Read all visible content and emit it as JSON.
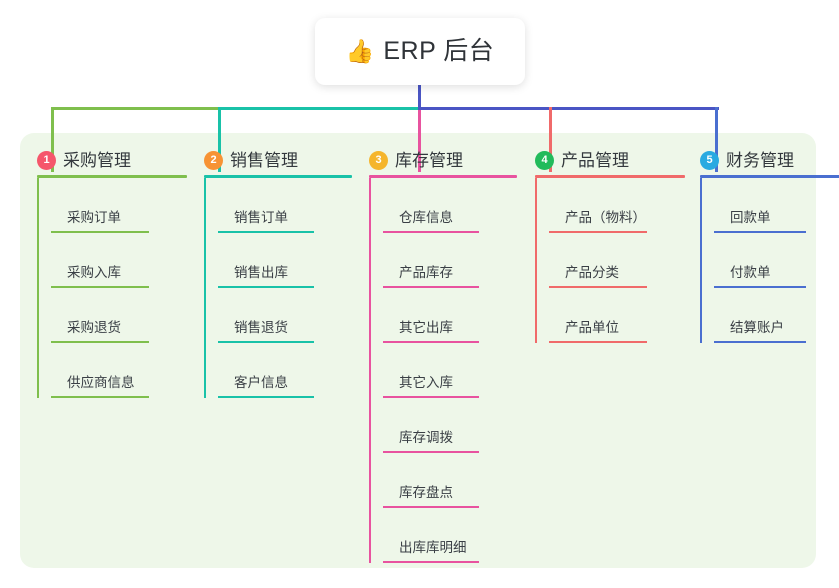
{
  "root": {
    "emoji": "👍",
    "emoji_name": "thumbs-up-icon",
    "label": "ERP 后台"
  },
  "panel": {
    "background_color": "#eef7e9"
  },
  "connectors": {
    "root_stem_color": "#4a55c4",
    "segments": [
      {
        "name": "purchase-segment",
        "color": "#7fbf4d"
      },
      {
        "name": "sales-segment",
        "color": "#19c2a8"
      },
      {
        "name": "inventory-segment",
        "color": "#e8539f"
      },
      {
        "name": "product-segment",
        "color": "#4a55c4"
      },
      {
        "name": "finance-segment",
        "color": "#4a55c4"
      }
    ],
    "drops": [
      {
        "name": "purchase-drop",
        "color": "#7fbf4d"
      },
      {
        "name": "sales-drop",
        "color": "#19c2a8"
      },
      {
        "name": "inventory-drop",
        "color": "#e8539f"
      },
      {
        "name": "product-drop",
        "color": "#f06a6a"
      },
      {
        "name": "finance-drop",
        "color": "#4a6fd0"
      }
    ]
  },
  "columns": [
    {
      "id": "purchase",
      "number": "1",
      "title": "采购管理",
      "badge_color": "#f5566b",
      "line_color": "#7fbf4d",
      "items": [
        {
          "label": "采购订单"
        },
        {
          "label": "采购入库"
        },
        {
          "label": "采购退货"
        },
        {
          "label": "供应商信息"
        }
      ]
    },
    {
      "id": "sales",
      "number": "2",
      "title": "销售管理",
      "badge_color": "#f79334",
      "line_color": "#19c2a8",
      "items": [
        {
          "label": "销售订单"
        },
        {
          "label": "销售出库"
        },
        {
          "label": "销售退货"
        },
        {
          "label": "客户信息"
        }
      ]
    },
    {
      "id": "inventory",
      "number": "3",
      "title": "库存管理",
      "badge_color": "#f5b52c",
      "line_color": "#e8539f",
      "items": [
        {
          "label": "仓库信息"
        },
        {
          "label": "产品库存"
        },
        {
          "label": "其它出库"
        },
        {
          "label": "其它入库"
        },
        {
          "label": "库存调拨"
        },
        {
          "label": "库存盘点"
        },
        {
          "label": "出库库明细"
        }
      ]
    },
    {
      "id": "product",
      "number": "4",
      "title": "产品管理",
      "badge_color": "#22bb5b",
      "line_color": "#f06a6a",
      "items": [
        {
          "label": "产品（物料）"
        },
        {
          "label": "产品分类"
        },
        {
          "label": "产品单位"
        }
      ]
    },
    {
      "id": "finance",
      "number": "5",
      "title": "财务管理",
      "badge_color": "#29aae1",
      "line_color": "#4a6fd0",
      "items": [
        {
          "label": "回款单"
        },
        {
          "label": "付款单"
        },
        {
          "label": "结算账户"
        }
      ]
    }
  ]
}
